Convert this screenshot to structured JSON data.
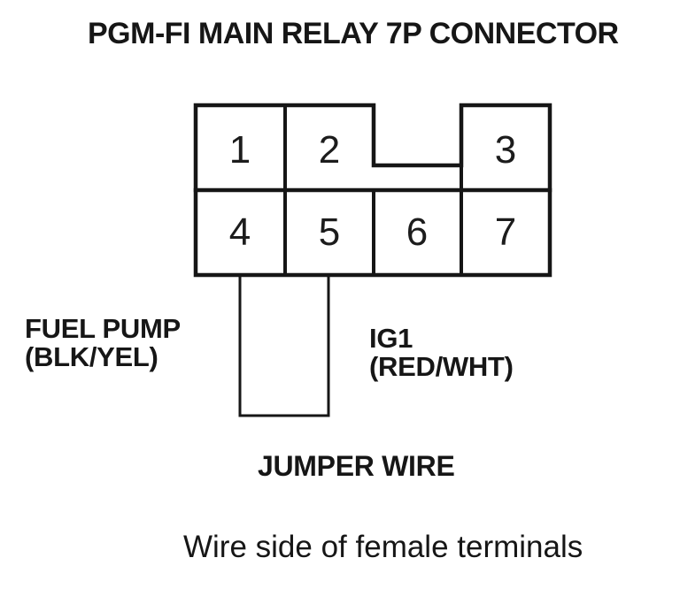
{
  "title": "PGM-FI MAIN RELAY 7P CONNECTOR",
  "connector": {
    "pins": [
      "1",
      "2",
      "3",
      "4",
      "5",
      "6",
      "7"
    ]
  },
  "annotations": {
    "fuel_pump": {
      "name": "FUEL PUMP",
      "wire_color": "(BLK/YEL)"
    },
    "ig1": {
      "name": "IG1",
      "wire_color": "(RED/WHT)"
    },
    "jumper_wire": "JUMPER WIRE",
    "note": "Wire side of female terminals"
  },
  "colors": {
    "ink": "#161616",
    "paper": "#ffffff"
  }
}
